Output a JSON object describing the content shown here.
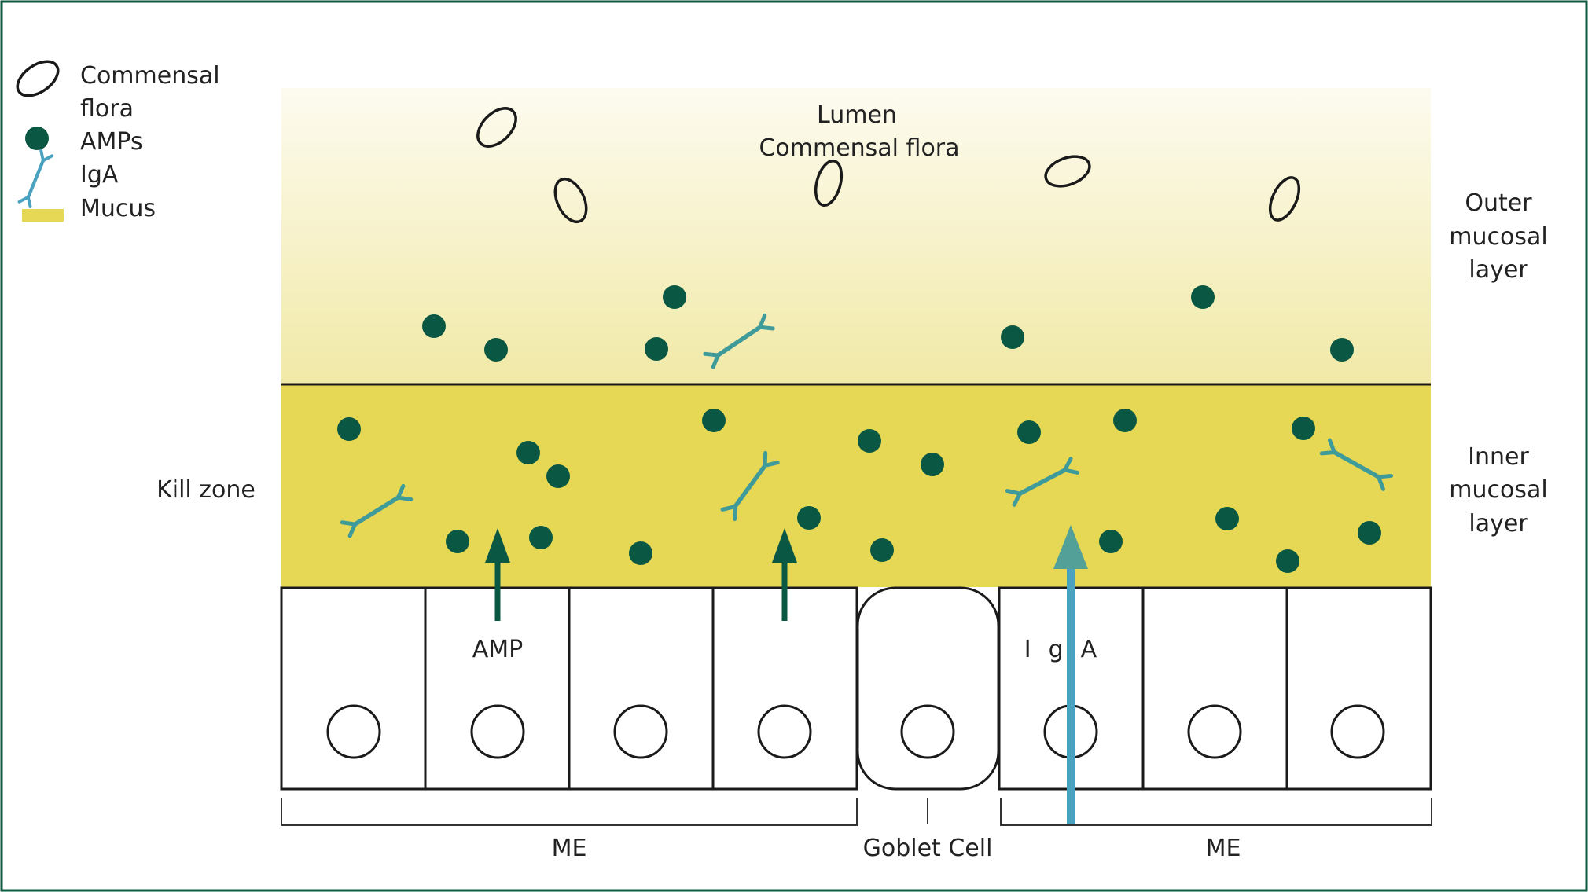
{
  "legend": {
    "commensal_line1": "Commensal",
    "commensal_line2": "flora",
    "amps": "AMPs",
    "iga": "IgA",
    "mucus": "Mucus"
  },
  "lumen": {
    "line1": "Lumen",
    "line2": "Commensal flora"
  },
  "outer_layer": {
    "line1": "Outer",
    "line2": "mucosal",
    "line3": "layer"
  },
  "inner_layer": {
    "line1": "Inner",
    "line2": "mucosal",
    "line3": "layer"
  },
  "kill_zone": "Kill zone",
  "amp_label": "AMP",
  "iga_label": "IgA",
  "me_left": "ME",
  "goblet_cell": "Goblet Cell",
  "me_right": "ME",
  "colors": {
    "frame": "#0d5a40",
    "amp_dot": "#0a5843",
    "iga": "#4aa2c1",
    "iga_dark": "#3f9a9a",
    "mucus_inner": "#e6d854",
    "outer_top": "#fbf8e6",
    "outer_bottom": "#f1e9a6"
  }
}
